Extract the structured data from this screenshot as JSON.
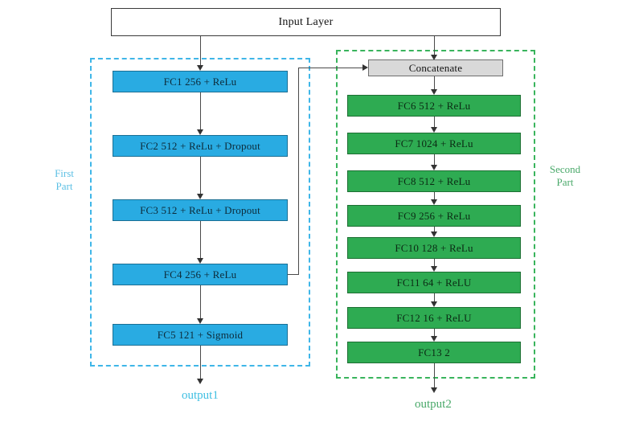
{
  "diagram": {
    "title": "Input Layer",
    "concatenate_label": "Concatenate",
    "colors": {
      "blue_fill": "#29abe2",
      "green_fill": "#2eab52",
      "concat_fill": "#d9d9d9",
      "blue_dashed": "#3fb6e8",
      "green_dashed": "#39b45c"
    }
  },
  "first_part": {
    "group_label": "First\nPart",
    "layers": [
      {
        "label": "FC1   256 + ReLu"
      },
      {
        "label": "FC2   512 + ReLu + Dropout"
      },
      {
        "label": "FC3   512 + ReLu + Dropout"
      },
      {
        "label": "FC4   256 + ReLu"
      },
      {
        "label": "FC5   121 + Sigmoid"
      }
    ],
    "output_label": "output1"
  },
  "second_part": {
    "group_label": "Second\nPart",
    "layers": [
      {
        "label": "FC6   512 + ReLu"
      },
      {
        "label": "FC7   1024 + ReLu"
      },
      {
        "label": "FC8   512 + ReLu"
      },
      {
        "label": "FC9   256 + ReLu"
      },
      {
        "label": "FC10   128 + ReLu"
      },
      {
        "label": "FC11   64 + ReLU"
      },
      {
        "label": "FC12   16 + ReLU"
      },
      {
        "label": "FC13   2"
      }
    ],
    "output_label": "output2"
  }
}
